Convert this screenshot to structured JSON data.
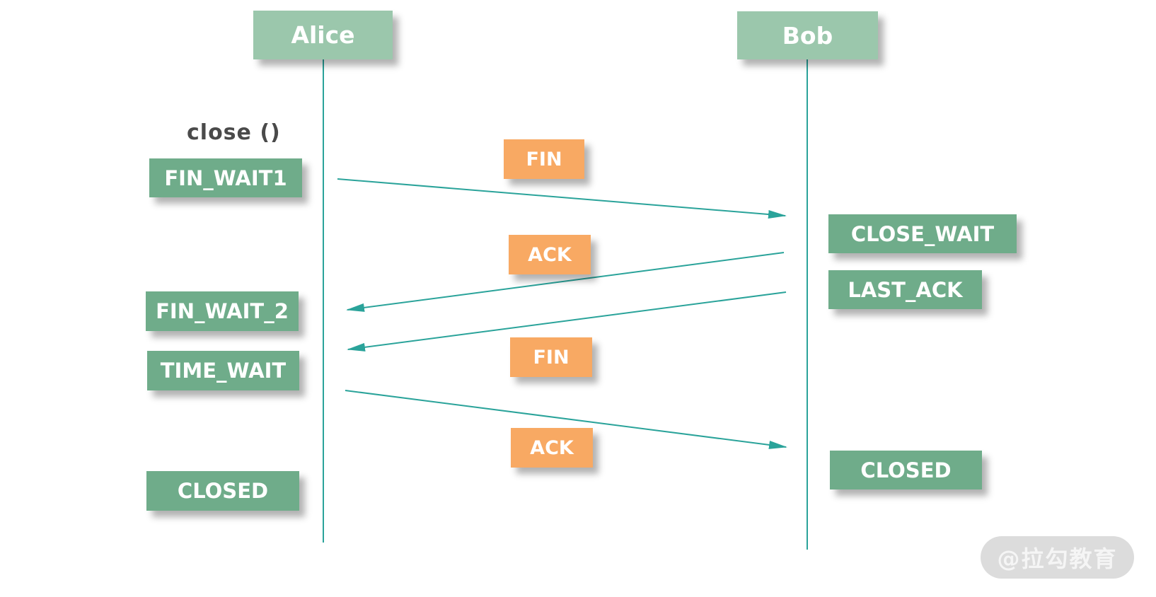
{
  "diagram": {
    "actors": [
      {
        "name": "Alice"
      },
      {
        "name": "Bob"
      }
    ],
    "annotation": "close ()",
    "alice_states": [
      {
        "label": "FIN_WAIT1"
      },
      {
        "label": "FIN_WAIT_2"
      },
      {
        "label": "TIME_WAIT"
      },
      {
        "label": "CLOSED"
      }
    ],
    "bob_states": [
      {
        "label": "CLOSE_WAIT"
      },
      {
        "label": "LAST_ACK"
      },
      {
        "label": "CLOSED"
      }
    ],
    "messages": [
      {
        "label": "FIN",
        "from": "Alice",
        "to": "Bob"
      },
      {
        "label": "ACK",
        "from": "Bob",
        "to": "Alice"
      },
      {
        "label": "FIN",
        "from": "Bob",
        "to": "Alice"
      },
      {
        "label": "ACK",
        "from": "Alice",
        "to": "Bob"
      }
    ],
    "watermark": "@拉勾教育",
    "colors": {
      "actor-green": "#9bc7ac",
      "state-green": "#6fac8a",
      "message-orange": "#f8a963",
      "arrow-teal": "#2aa39a",
      "annotation-gray": "#4a4a4a",
      "watermark-bg": "#dcdcdc",
      "watermark-text": "#f5f5f5"
    }
  }
}
